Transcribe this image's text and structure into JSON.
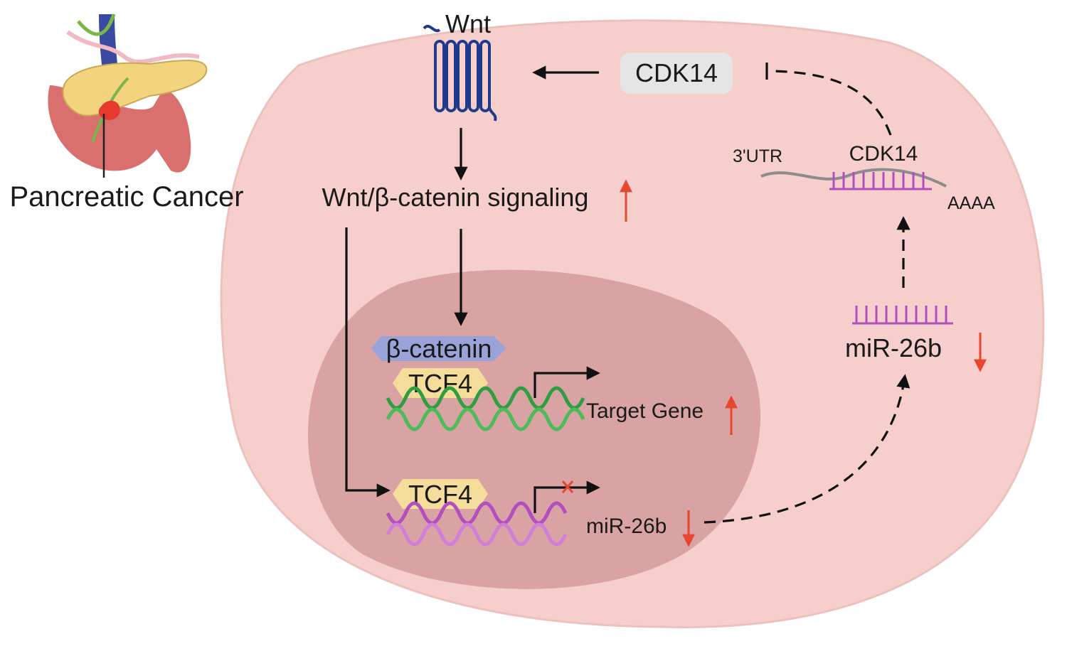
{
  "labels": {
    "pancreatic_cancer": "Pancreatic Cancer",
    "wnt": "Wnt",
    "cdk14_protein": "CDK14",
    "wnt_signaling": "Wnt/β-catenin signaling",
    "beta_catenin": "β-catenin",
    "tcf4_top": "TCF4",
    "target_gene": "Target Gene",
    "tcf4_bottom": "TCF4",
    "mir26b_gene": "miR-26b",
    "utr": "3'UTR",
    "cdk14_mrna": "CDK14",
    "polya": "AAAA",
    "mir26b": "miR-26b"
  },
  "colors": {
    "cell": "#f6cfcc",
    "nucleus": "#d9a3a4",
    "receptor": "#1f3a8a",
    "beta_catenin_box": "#9aa3d8",
    "tcf4_box": "#f4dc9a",
    "dna_green": "#2e9e3e",
    "dna_purple": "#b24ec0",
    "cdk14_box": "#e5e5e5",
    "mirna": "#b24ec0",
    "mrna": "#8c8c8c",
    "regulation_arrow": "#e8462e"
  },
  "icons": [
    "pancreas-icon",
    "wnt-receptor-icon",
    "dna-helix-icon",
    "mrna-icon",
    "mirna-icon"
  ]
}
